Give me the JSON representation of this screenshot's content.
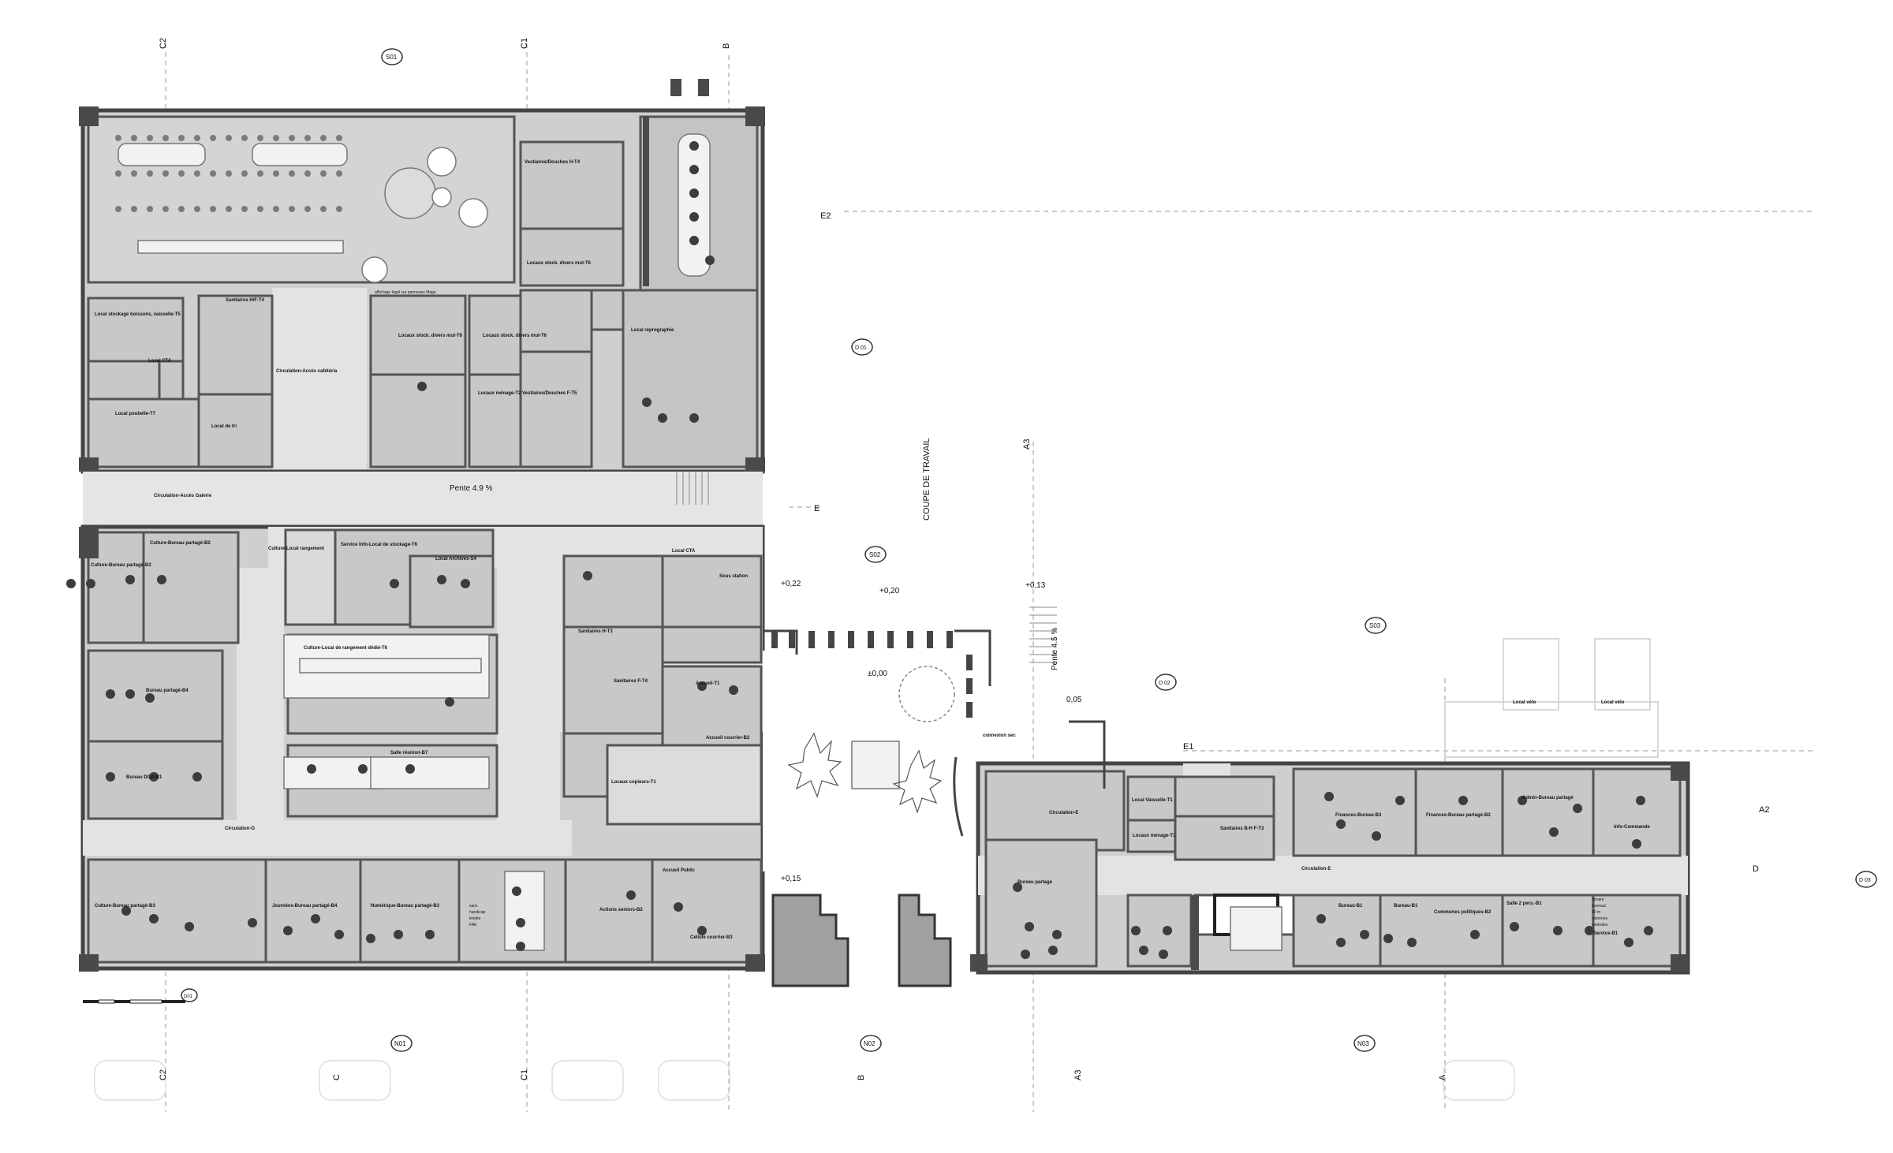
{
  "colors": {
    "room_fill": "#cfcfcf",
    "room_fill_dark": "#bdbdbd",
    "corridor_fill": "#e3e3e3",
    "wall": "#555555",
    "wall_dark": "#3a3a3a",
    "furniture": "#f2f2f2",
    "person_dot": "#3d3d3d",
    "text": "#111111"
  },
  "axes": {
    "top": [
      "C2",
      "C1",
      "B"
    ],
    "bottom": [
      "C2",
      "C",
      "C1",
      "B",
      "A3",
      "A"
    ],
    "side": [
      "E2",
      "E",
      "E1",
      "A2",
      "D",
      "A3"
    ]
  },
  "sections": {
    "s01": "S01",
    "s02": "S02",
    "s03": "S03",
    "n01": "N01",
    "n02": "N02",
    "n03": "N03",
    "d01": "D 01",
    "d02": "D 02",
    "d03": "D 03",
    "d01b": "D01"
  },
  "section_label": "COUPE DE TRAVAIL",
  "slopes": {
    "pente_main": "Pente 4.9 %",
    "pente_right": "Pente 4.5 %",
    "lvl_022": "+0,22",
    "lvl_020": "+0,20",
    "lvl_013": "+0,13",
    "lvl_000": "±0,00",
    "lvl_005": "0,05",
    "lvl_015": "+0,15"
  },
  "rooms": {
    "vestiaires_h": "Vestiaires/Douches H-T4",
    "sanitaires_hf": "Sanitaires H/F-T4",
    "local_stockage": "Local stockage boissons, vaisselle-T5",
    "local_cta_top": "Local CTA",
    "local_poubelle": "Local poubelle-T7",
    "local_tri": "Local de tri",
    "circulation_cafeteria": "Circulation-Accès cafétéria",
    "locaux_stock_mut": "Locaux stock. divers mut-T6",
    "locaux_stock_b": "Locaux stock. divers mut-T6",
    "locaux_stock_c": "Locaux stock. divers mut-T6",
    "locaux_menage": "Locaux ménage-T2",
    "vestiaires_f": "Vestiaires/Douches F-T5",
    "local_repro": "Local reprographie",
    "affichage": "affichage légal sur panneaux Mage",
    "circulation_galerie": "Circulation-Accès Galerie",
    "culture_partage": "Culture-Bureau partagé-B2",
    "culture_partage_b": "Culture-Bureau partagé-B2",
    "service_info": "Service Info-Local de stockage-T6",
    "culture_local": "Culture-Local rangement",
    "local_archives": "Local Archives-S4",
    "local_cta_mid": "Local CTA",
    "sous_station": "Sous station",
    "bureau_partage_b4": "Bureau partagé-B4",
    "culture_rangement": "Culture-Local de rangement dédié-T6",
    "sanitaires_h": "Sanitaires H-T3",
    "sanitaires_f": "Sanitaires F-T4",
    "accueil": "Accueil-T1",
    "accueil_courrier": "Accueil courrier-B2",
    "bureau_dga": "Bureau DGA-B1",
    "salle_reunion": "Salle réunion-B7",
    "local_copieurs": "Locaux copieurs-T1",
    "circulation_g": "Circulation-G",
    "culture_bureau": "Culture-Bureau partagé-B3",
    "journees_b4": "Journées-Bureau partagé-B4",
    "numerique_b3": "Numérique-Bureau partagé-B3",
    "actions_seniors": "Actions seniors-B2",
    "accueil_public": "Accueil Public",
    "cellule": "Cellule courrier-B3",
    "connexion": "connexion sec",
    "circulation_e": "Circulation-E",
    "local_vaisselle": "Local Vaisselle-T1",
    "sanitaires_mhf": "Sanitaires B-H F-T3",
    "locaux_menage_t1": "Locaux ménage-T1",
    "bureau_partage": "Bureau partagé",
    "bureau_b1": "Bureau-B1",
    "finances_b3": "Finances-Bureau-B3",
    "finances_b2": "Finances-Bureau partagé-B2",
    "admin_partage": "Admin-Bureau partagé",
    "info_commande": "Info-Commande",
    "circulation_e2": "Circulation-E",
    "bureau_b1b": "Bureau-B1",
    "communes": "Communes politiques-B2",
    "salle_2": "Salle 2 pers.-B1",
    "service_b": "Service-B1",
    "local_velo_a": "Local vélo",
    "local_velo_b": "Local vélo",
    "note_lines": [
      "horaire",
      "bureaux",
      "60 m",
      "colonnes",
      "centrales"
    ],
    "note_left": [
      "sans",
      "handicap",
      "limitée",
      "FAE"
    ]
  }
}
